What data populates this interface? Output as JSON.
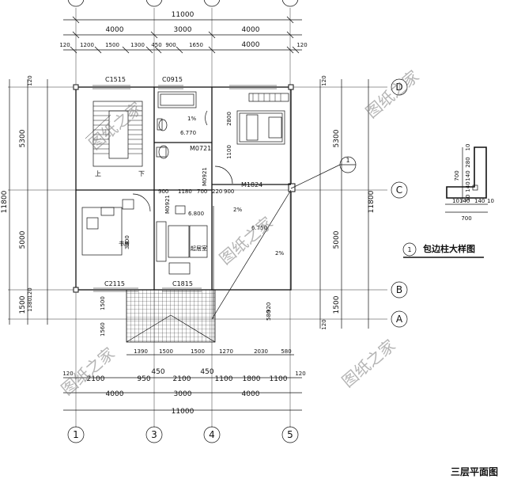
{
  "title": "三层平面图",
  "detail_label": "包边柱大样图",
  "detail_ref": "1",
  "axes": {
    "vertical": [
      "1",
      "3",
      "4",
      "5"
    ],
    "horizontal": [
      "A",
      "B",
      "C",
      "D"
    ]
  },
  "top_dims": {
    "total": "11000",
    "row1": [
      "4000",
      "3000",
      "4000"
    ],
    "row2": [
      "120",
      "1200",
      "1500",
      "1300",
      "450",
      "900",
      "1650",
      "4000",
      "120"
    ]
  },
  "bottom_dims": {
    "row_a": [
      "1390",
      "1500",
      "1500",
      "1270",
      "2030",
      "580"
    ],
    "row_b": [
      "120",
      "2100",
      "950",
      "450",
      "2100",
      "450",
      "1100",
      "1800",
      "1100",
      "120"
    ],
    "row_c": [
      "4000",
      "3000",
      "4000"
    ],
    "total": "11000"
  },
  "left_dims": {
    "outer": [
      "11800"
    ],
    "mid": [
      "5300",
      "5000",
      "1500"
    ],
    "inner": [
      "120",
      "1380",
      "120"
    ]
  },
  "right_dims": {
    "outer": [
      "11800"
    ],
    "mid": [
      "5300",
      "5000",
      "1500"
    ],
    "inner": [
      "120",
      "120"
    ]
  },
  "windows": [
    "C1515",
    "C0915",
    "C2115",
    "C1815"
  ],
  "doors": [
    "M0721",
    "M0921",
    "M1824",
    "M0921"
  ],
  "rooms": {
    "study": "书房",
    "bedroom": "起居室",
    "stair_up": "上",
    "stair_down": "下"
  },
  "elevations": [
    "6.770",
    "6.800",
    "6.750"
  ],
  "slopes": [
    "1%",
    "2%",
    "2%"
  ],
  "interior_dims": [
    "2800",
    "1100",
    "900",
    "1180",
    "700",
    "220",
    "900",
    "3800",
    "1500",
    "1560",
    "920",
    "580",
    "120"
  ],
  "detail_dims": {
    "vertical": [
      "700",
      "280",
      "140",
      "10",
      "140",
      "10"
    ],
    "horizontal": [
      "10",
      "140",
      "140",
      "10",
      "700"
    ]
  },
  "watermark": "图纸之家"
}
